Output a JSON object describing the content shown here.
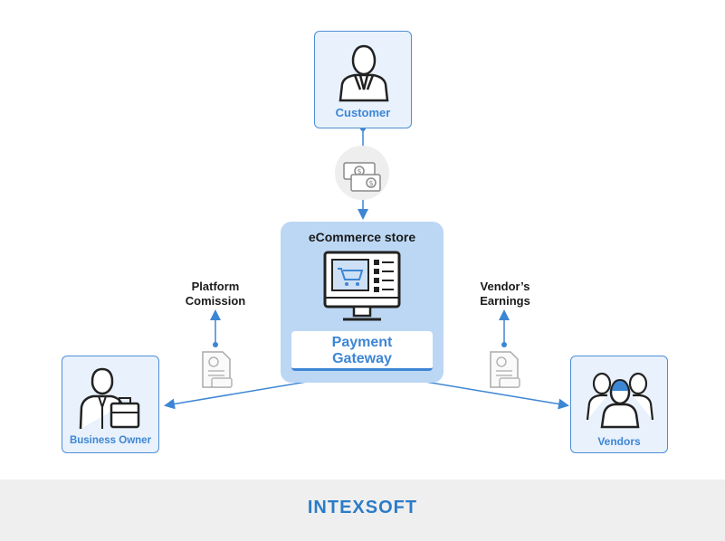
{
  "customer": {
    "label": "Customer"
  },
  "store": {
    "title": "eCommerce store",
    "gateway_line1": "Payment",
    "gateway_line2": "Gateway"
  },
  "platform": {
    "line1": "Platform",
    "line2": "Comission"
  },
  "vendor_earnings": {
    "line1": "Vendor’s",
    "line2": "Earnings"
  },
  "business_owner": {
    "label": "Business Owner"
  },
  "vendors": {
    "label": "Vendors"
  },
  "footer": {
    "logo": "INTEXSOFT"
  },
  "colors": {
    "accent": "#3d86d4",
    "box_fill": "#e8f1fc",
    "store_fill": "#bcd7f4",
    "footer_bg": "#efefef"
  }
}
